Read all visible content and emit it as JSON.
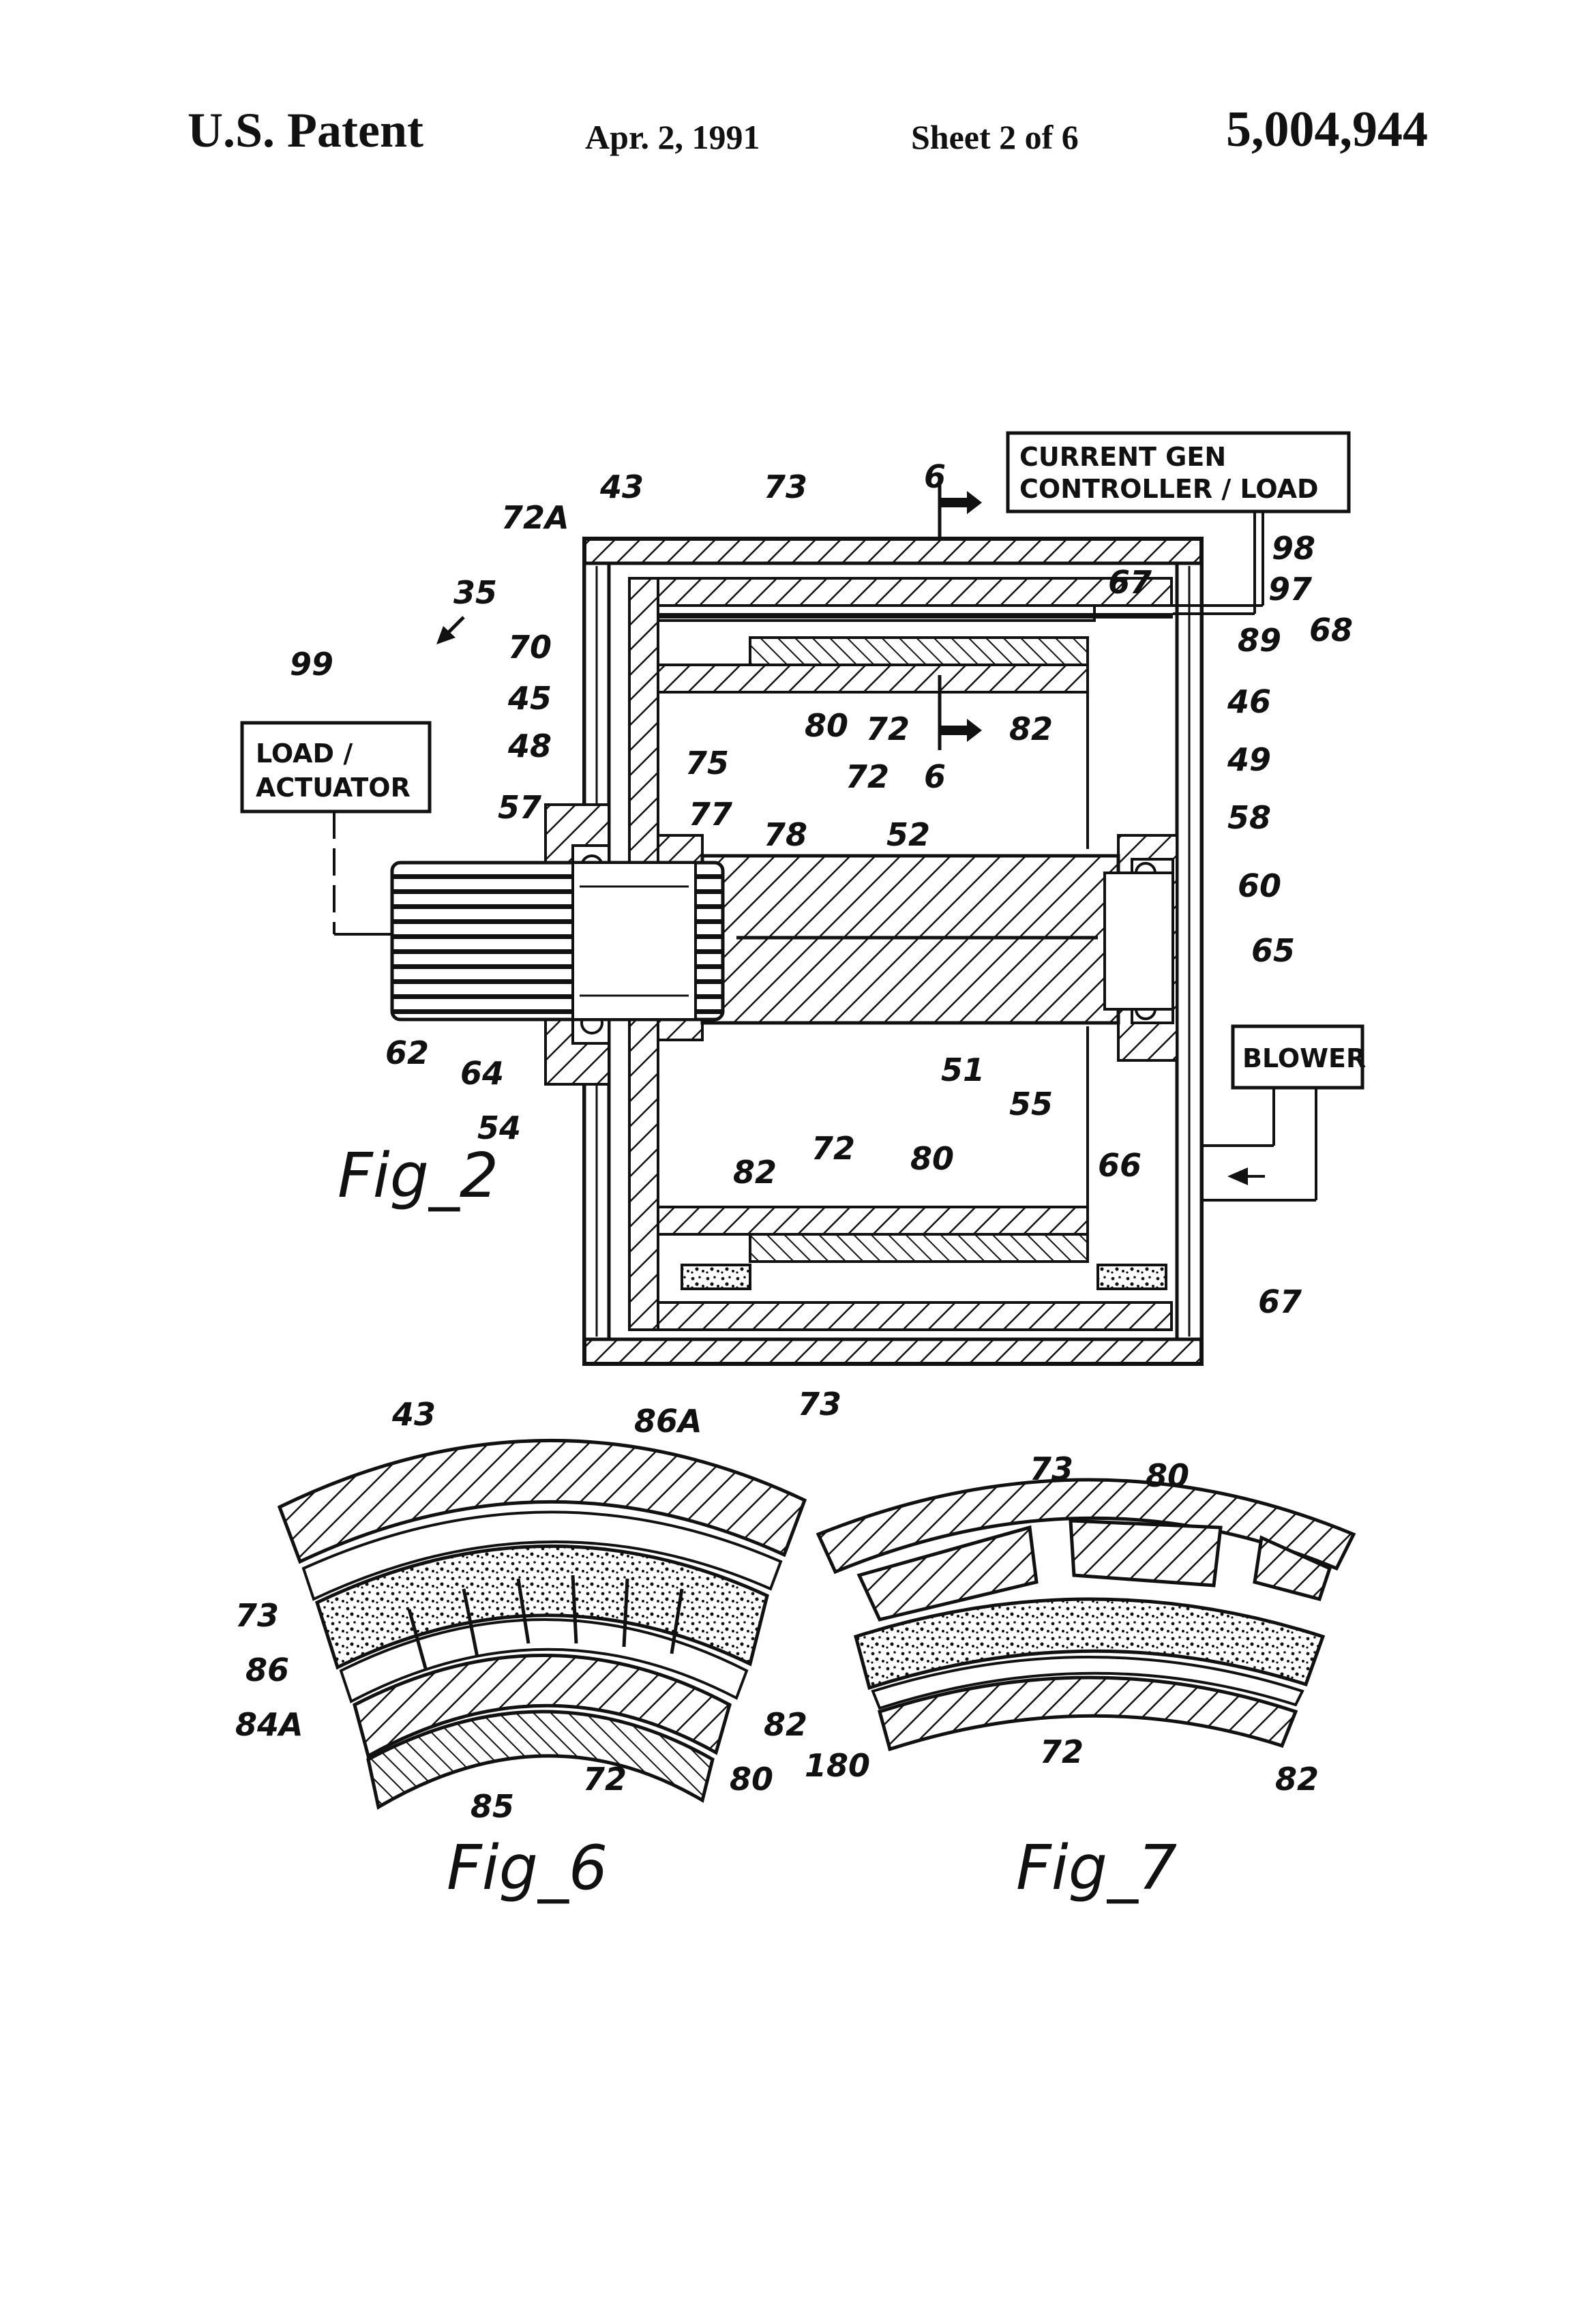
{
  "header": {
    "title": "U.S. Patent",
    "date": "Apr. 2, 1991",
    "sheet": "Sheet 2 of 6",
    "number": "5,004,944"
  },
  "boxes": {
    "controller_line1": "CURRENT GEN",
    "controller_line2": "CONTROLLER / LOAD",
    "load_line1": "LOAD /",
    "load_line2": "ACTUATOR",
    "blower": "BLOWER"
  },
  "figures": {
    "fig2": "Fig_2",
    "fig6": "Fig_6",
    "fig7": "Fig_7"
  },
  "refs": {
    "r43": "43",
    "r73": "73",
    "r6": "6",
    "r72A": "72A",
    "r35": "35",
    "r98": "98",
    "r97": "97",
    "r67": "67",
    "r68": "68",
    "r89": "89",
    "r70": "70",
    "r45": "45",
    "r48": "48",
    "r46": "46",
    "r49": "49",
    "r99": "99",
    "r75": "75",
    "r80": "80",
    "r72": "72",
    "r82": "82",
    "r57": "57",
    "r77": "77",
    "r78": "78",
    "r52": "52",
    "r58": "58",
    "r60": "60",
    "r65": "65",
    "r62": "62",
    "r64": "64",
    "r54": "54",
    "r51": "51",
    "r55": "55",
    "r66": "66",
    "r86A": "86A",
    "r86": "86",
    "r84A": "84A",
    "r85": "85",
    "r180": "180"
  }
}
